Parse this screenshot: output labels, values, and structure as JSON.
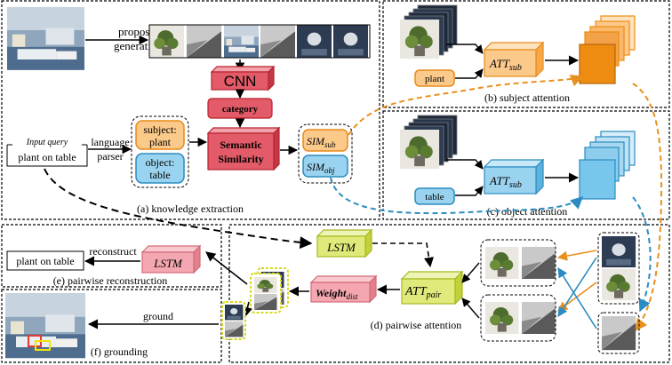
{
  "colors": {
    "red_fill": "#e35b68",
    "red_stroke": "#b8222f",
    "red_top": "#f2a2aa",
    "orange_fill": "#fbc98a",
    "orange_stroke": "#e88a1a",
    "orange_cube": "#ee8c12",
    "blue_fill": "#9ad3ef",
    "blue_stroke": "#2a8cc0",
    "blue_cube": "#79c6ec",
    "lime_fill": "#dfea7a",
    "lime_stroke": "#a8b820",
    "pink_fill": "#f4a7b0",
    "pink_stroke": "#d46a78",
    "yellow_dash": "#e8e830",
    "dash_orange": "#e8901e",
    "dash_blue": "#2a8cc0"
  },
  "icons": [
    "scene-photo",
    "region-crop",
    "cube-stack",
    "arrow"
  ],
  "panels": {
    "a": {
      "caption": "(a) knowledge extraction",
      "proposal_label_1": "proposal",
      "proposal_label_2": "generation",
      "cnn": "CNN",
      "category": "category",
      "semantic_1": "Semantic",
      "semantic_2": "Similarity",
      "input_query_label": "Input query",
      "input_query_text": "plant on table",
      "parser_1": "language",
      "parser_2": "parser",
      "subject_1": "subject:",
      "subject_2": "plant",
      "object_1": "object:",
      "object_2": "table",
      "sim_sub_base": "SIM",
      "sim_sub_sub": "sub",
      "sim_obj_base": "SIM",
      "sim_obj_sub": "obj"
    },
    "b": {
      "caption": "(b) subject attention",
      "word": "plant",
      "att_base": "ATT",
      "att_sub": "sub"
    },
    "c": {
      "caption": "(c) object attention",
      "word": "table",
      "att_base": "ATT",
      "att_sub": "sub"
    },
    "d": {
      "caption": "(d) pairwise attention",
      "lstm": "LSTM",
      "att_base": "ATT",
      "att_sub": "pair",
      "weight_base": "Weight",
      "weight_sub": "dist"
    },
    "e": {
      "caption": "(e) pairwise reconstruction",
      "reconstruct": "reconstruct",
      "lstm": "LSTM",
      "output": "plant on table"
    },
    "f": {
      "caption": "(f) grounding",
      "ground": "ground"
    }
  }
}
